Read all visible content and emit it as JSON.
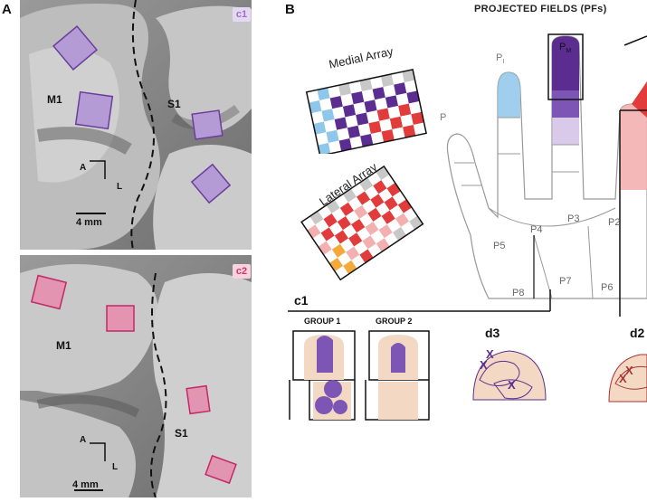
{
  "panel_a": {
    "letter": "A",
    "top": {
      "badge": "c1",
      "badge_color": "#9b6fc7",
      "m1": "M1",
      "s1": "S1",
      "axis_a": "A",
      "axis_l": "L",
      "scale": "4 mm",
      "array_fill": "#b59bd6",
      "array_stroke": "#6a3d9a"
    },
    "bottom": {
      "badge": "c2",
      "badge_color": "#d6336c",
      "m1": "M1",
      "s1": "S1",
      "axis_a": "A",
      "axis_l": "L",
      "scale": "4 mm",
      "array_fill": "#e58fae",
      "array_stroke": "#c2185b"
    }
  },
  "panel_b": {
    "letter": "B",
    "title": "PROJECTED FIELDS (PFs)",
    "medial_array": "Medial Array",
    "lateral_array": "Lateral Array",
    "digit_labels": {
      "p_index": "P",
      "p_index_sub": "I",
      "p_middle": "P",
      "p_middle_sub": "M",
      "p_thumb": "P"
    },
    "palm_labels": [
      "P4",
      "P3",
      "P2",
      "P5",
      "P8",
      "P7",
      "P6"
    ],
    "colors": {
      "purple": "#5b2d91",
      "light_purple": "#c9b3e0",
      "blue": "#8ec7ea",
      "red": "#e23b3b",
      "pink": "#f3b0b0",
      "orange": "#f4a93b",
      "gray": "#c8c8c8"
    }
  },
  "panel_c1": {
    "label": "c1",
    "group1": "GROUP 1",
    "group2": "GROUP 2",
    "d3": "d3",
    "d2": "d2",
    "mark": "X"
  }
}
